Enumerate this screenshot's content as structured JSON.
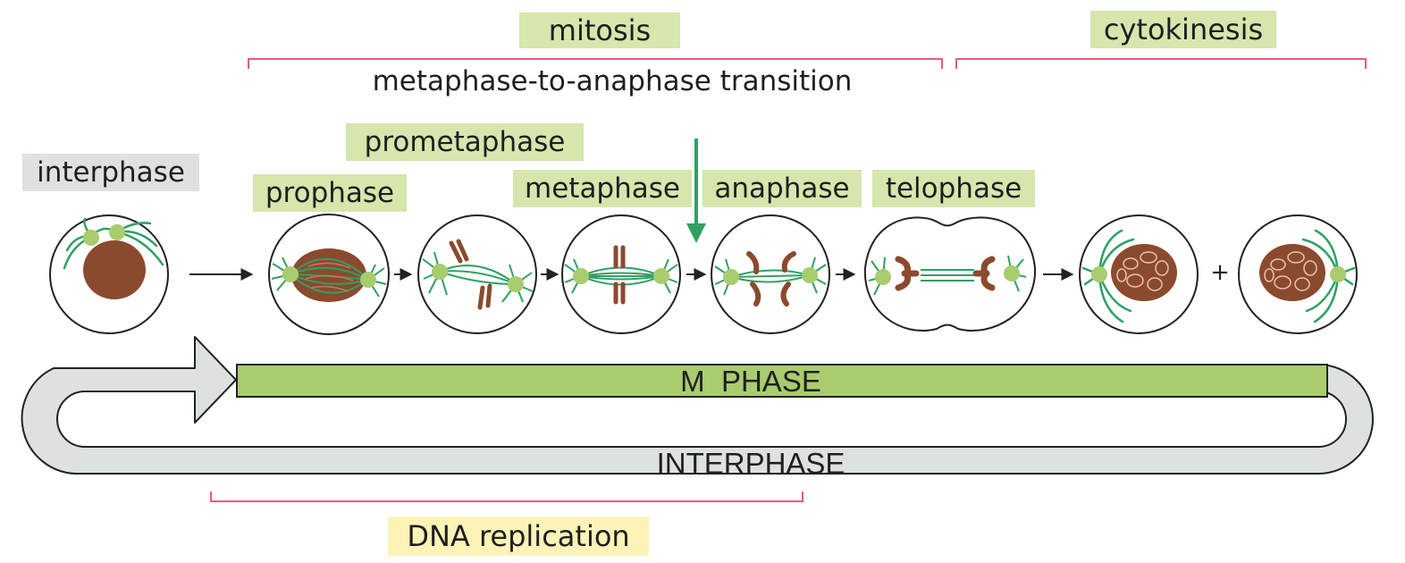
{
  "labels": {
    "mitosis": "mitosis",
    "cytokinesis": "cytokinesis",
    "transition": "metaphase-to-anaphase transition",
    "interphase_stage": "interphase",
    "prophase": "prophase",
    "prometaphase": "prometaphase",
    "metaphase": "metaphase",
    "anaphase": "anaphase",
    "telophase": "telophase",
    "m_phase": "M  PHASE",
    "interphase_cycle": "INTERPHASE",
    "dna_replication": "DNA replication",
    "plus": "+"
  },
  "colors": {
    "label_green": "#d6e6ad",
    "label_gray": "#dde2df",
    "label_yellow": "#fdf3b8",
    "bracket": "#e0607a",
    "m_phase_bar": "#a9cc6e",
    "interphase_loop": "#dde2df",
    "spindle": "#2fa163",
    "pole": "#a9cc6e",
    "chromosome": "#8b4a2e",
    "arrow_teal": "#2fa163"
  }
}
